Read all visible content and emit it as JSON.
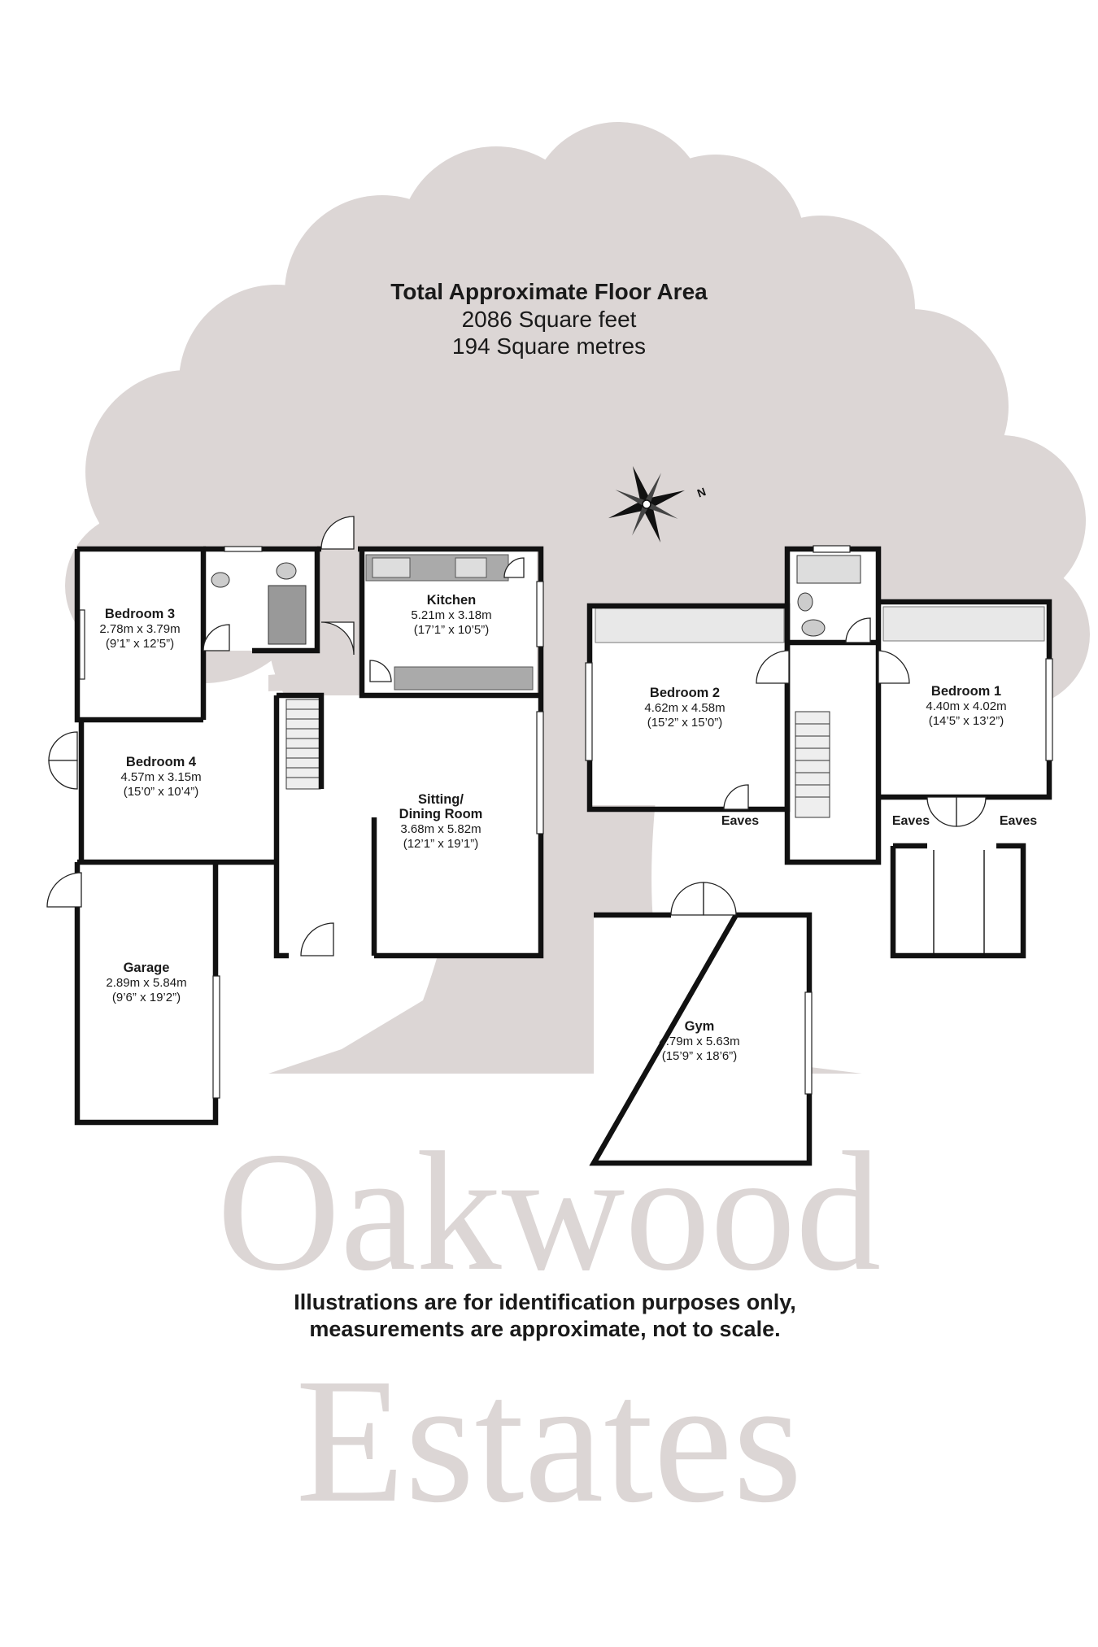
{
  "summary": {
    "title": "Total Approximate Floor Area",
    "square_feet": "2086 Square feet",
    "square_metres": "194 Square metres"
  },
  "compass": {
    "north_label": "N"
  },
  "rooms": {
    "bedroom3": {
      "name": "Bedroom 3",
      "metric": "2.78m x 3.79m",
      "imperial": "(9’1” x 12’5”)"
    },
    "bedroom4": {
      "name": "Bedroom 4",
      "metric": "4.57m x 3.15m",
      "imperial": "(15’0” x 10’4”)"
    },
    "kitchen": {
      "name": "Kitchen",
      "metric": "5.21m x 3.18m",
      "imperial": "(17’1” x 10’5”)"
    },
    "sitting": {
      "name_line1": "Sitting/",
      "name_line2": "Dining Room",
      "metric": "3.68m x 5.82m",
      "imperial": "(12’1” x 19’1”)"
    },
    "garage": {
      "name": "Garage",
      "metric": "2.89m x 5.84m",
      "imperial": "(9’6” x 19’2”)"
    },
    "bedroom2": {
      "name": "Bedroom 2",
      "metric": "4.62m x 4.58m",
      "imperial": "(15’2” x 15’0”)"
    },
    "bedroom1": {
      "name": "Bedroom 1",
      "metric": "4.40m x 4.02m",
      "imperial": "(14’5” x 13’2”)"
    },
    "gym": {
      "name": "Gym",
      "metric": "4.79m x 5.63m",
      "imperial": "(15’9” x 18’6”)"
    }
  },
  "eaves_labels": [
    "Eaves",
    "Eaves",
    "Eaves"
  ],
  "watermark": {
    "line1": "Oakwood",
    "line2": "Estates"
  },
  "disclaimer": {
    "line1": "Illustrations are for identification purposes only,",
    "line2": "measurements are approximate, not to scale."
  },
  "colors": {
    "tree_silhouette": "#dcd6d5",
    "walls": "#111111",
    "background": "#ffffff"
  }
}
